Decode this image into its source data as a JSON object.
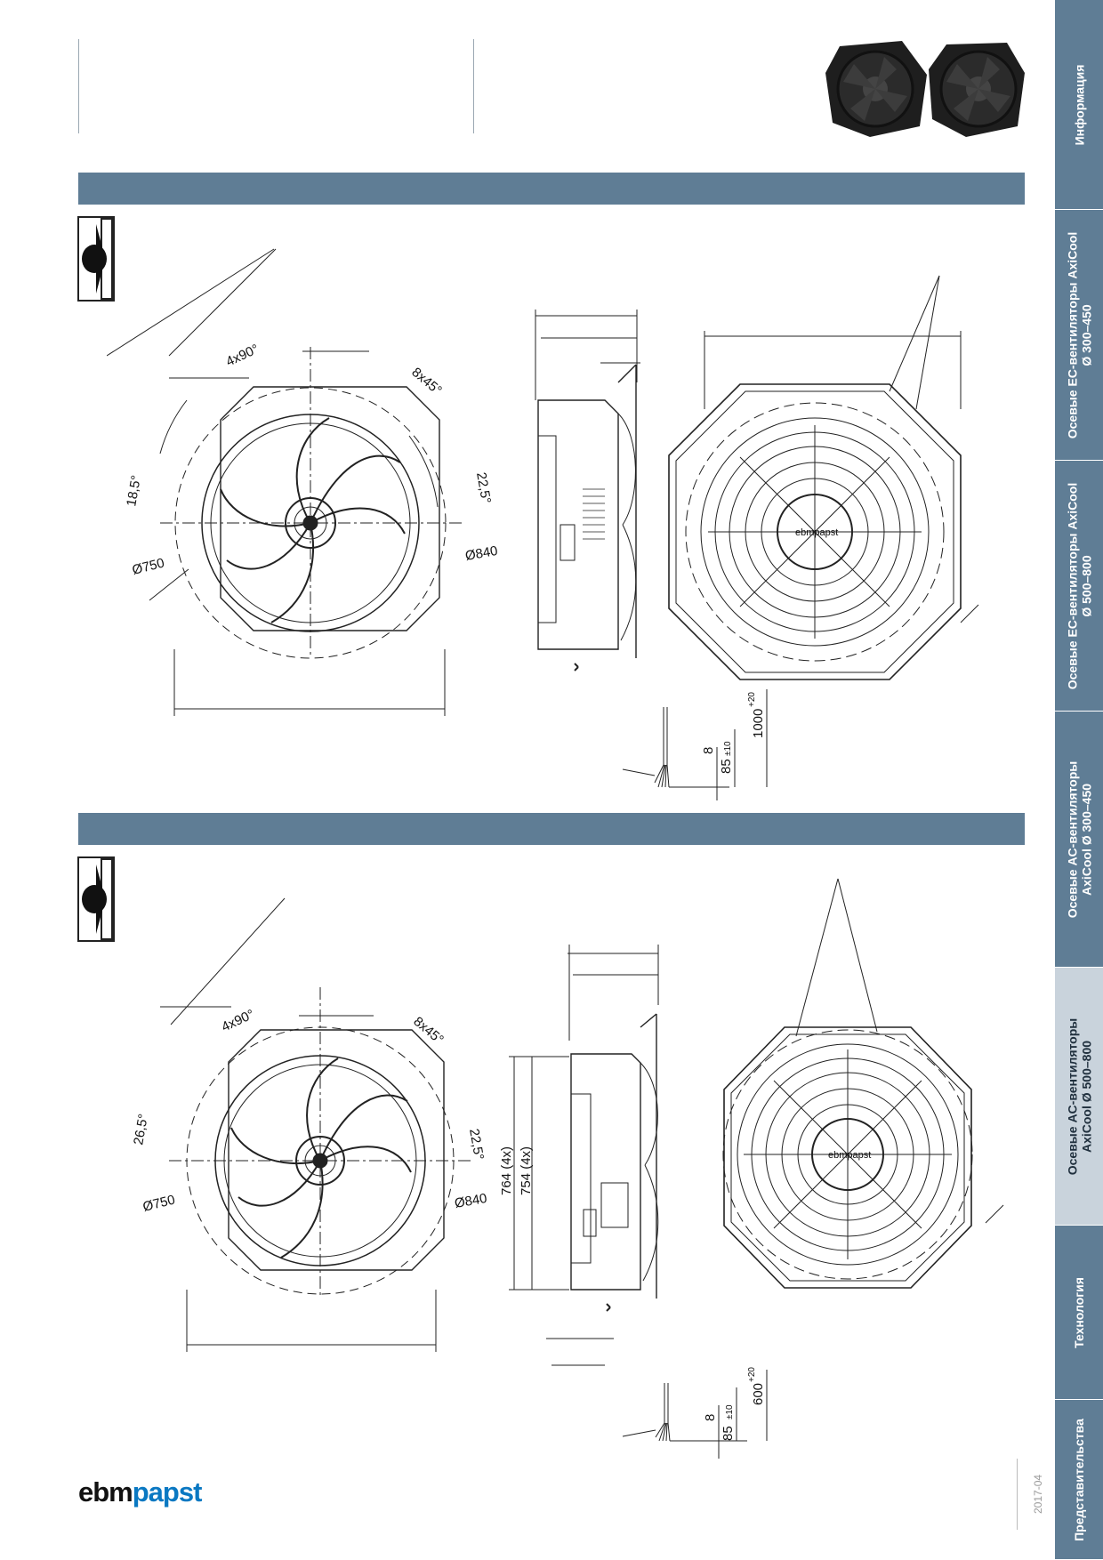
{
  "sidebar": {
    "tabs": [
      {
        "label": "Информация"
      },
      {
        "label": "Осевые EC-вентиляторы AxiCool\nØ 300–450"
      },
      {
        "label": "Осевые EC-вентиляторы AxiCool\nØ 500–800"
      },
      {
        "label": "Осевые AC-вентиляторы\nAxiCool Ø 300–450"
      },
      {
        "label": "Осевые AC-вентиляторы\nAxiCool Ø 500–800",
        "active": true
      },
      {
        "label": "Технология"
      },
      {
        "label": "Представительства"
      }
    ]
  },
  "footer": {
    "date": "2017-04",
    "logo_part1": "ebm",
    "logo_part2": "papst"
  },
  "drawing1": {
    "angle_4x90": "4x90°",
    "angle_8x45": "8x45°",
    "angle_left": "18,5°",
    "angle_right": "22,5°",
    "dia_750": "Ø750",
    "dia_840": "Ø840",
    "cable_8": "8",
    "cable_85": "85",
    "cable_85_tol": "±10",
    "cable_len": "1000",
    "cable_len_tol": "+20",
    "brand": "ebmpapst"
  },
  "drawing2": {
    "angle_4x90": "4x90°",
    "angle_8x45": "8x45°",
    "angle_left": "26,5°",
    "angle_right": "22,5°",
    "dia_750": "Ø750",
    "dia_840": "Ø840",
    "side_764": "764 (4x)",
    "side_754": "754 (4x)",
    "cable_8": "8",
    "cable_85": "85",
    "cable_85_tol": "±10",
    "cable_len": "600",
    "cable_len_tol": "+20",
    "brand": "ebmpapst"
  },
  "colors": {
    "accent": "#5f7d95",
    "active_tab": "#c9d3dc",
    "logo_blue": "#0a78c2"
  }
}
